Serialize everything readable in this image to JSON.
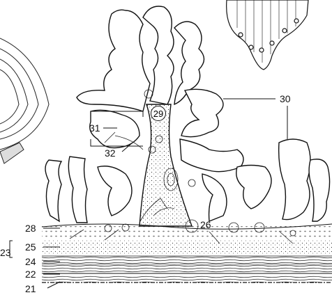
{
  "labels": {
    "l21": "21",
    "l22": "22",
    "l23": "23",
    "l24": "24",
    "l25": "25",
    "l26": "26",
    "l28": "28",
    "l29": "29",
    "l30": "30",
    "l31": "31",
    "l32": "32"
  },
  "colors": {
    "ink": "#111111",
    "paper": "#ffffff"
  }
}
